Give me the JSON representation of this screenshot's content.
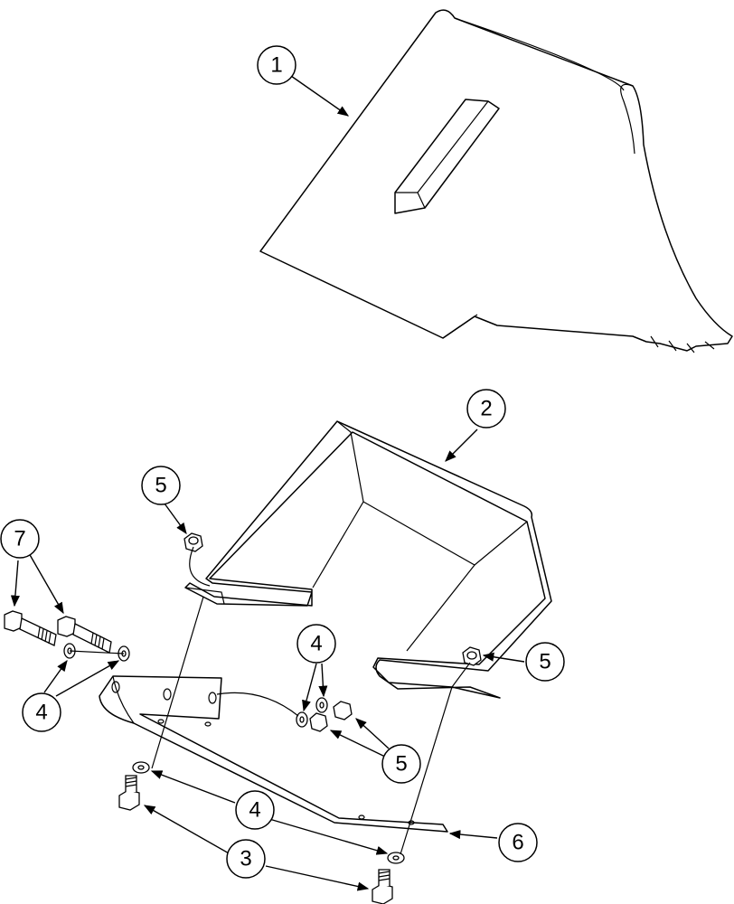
{
  "callouts": {
    "c1": "1",
    "c2": "2",
    "c3": "3",
    "c4a": "4",
    "c4b": "4",
    "c4c": "4",
    "c5a": "5",
    "c5b": "5",
    "c5c": "5",
    "c6": "6",
    "c7": "7"
  },
  "colors": {
    "line": "#000000",
    "background": "#ffffff"
  }
}
